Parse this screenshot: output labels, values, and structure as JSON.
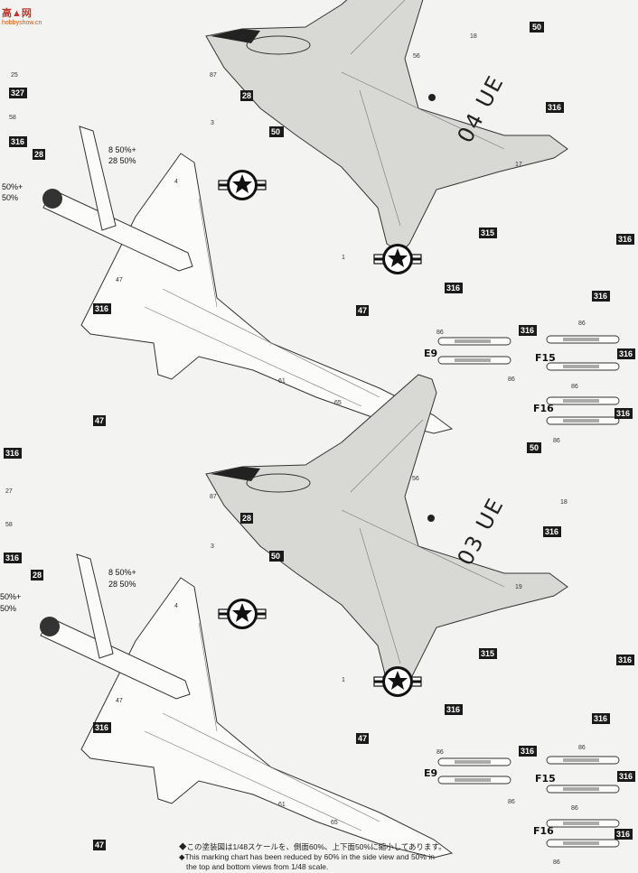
{
  "logo": {
    "text": "高▲网",
    "sub": "hobbyshow.cn"
  },
  "colors": {
    "accent": "#1a1a1a",
    "panel": "#dcdcd8",
    "line": "#444444"
  },
  "panel_top": {
    "badges": {
      "b50": "50",
      "b316a": "316",
      "b316b": "316",
      "b316c": "316",
      "b315": "315",
      "b316d": "316",
      "b47": "47",
      "b28": "28",
      "b316left": "316",
      "b47left": "47"
    },
    "callouts": {
      "n18": "18",
      "n56": "56",
      "n87": "87",
      "n17": "17",
      "n1": "1",
      "n3": "3",
      "n4": "4",
      "n47": "47",
      "n61": "61",
      "n65": "65",
      "n28": "28"
    },
    "tail_code": "04 UE",
    "pct_line1": "8 50%+",
    "pct_line2": "28 50%",
    "pct_side": "50%+",
    "pct_side2": "50%",
    "e9": "E9",
    "f15": "F15",
    "f16": "F16",
    "n86a": "86",
    "n86b": "86",
    "n86c": "86",
    "n86d": "86",
    "n86e": "86"
  },
  "panel_bottom": {
    "badges": {
      "b50": "50",
      "b316a": "316",
      "b316b": "316",
      "b315": "315",
      "b316c": "316",
      "b316d": "316",
      "b47": "47",
      "b28": "28",
      "b316left": "316",
      "b47left": "47"
    },
    "callouts": {
      "n18": "18",
      "n56": "56",
      "n87": "87",
      "n19": "19",
      "n1": "1",
      "n3": "3",
      "n4": "4",
      "n47": "47",
      "n61": "61",
      "n65": "65"
    },
    "tail_code": "03 UE",
    "pct_line1": "8 50%+",
    "pct_line2": "28 50%",
    "pct_side": "50%+",
    "pct_side2": "50%",
    "e9": "E9",
    "f15": "F15",
    "f16": "F16"
  },
  "left_strip": [
    "25",
    "327",
    "58",
    "316",
    "316",
    "27",
    "58",
    "316"
  ],
  "footnote": {
    "line1": "◆この塗装図は1/48スケールを、側面60%、上下面50%に縮小してあります。",
    "line2": "◆This marking chart has been reduced by 60% in the side view and 50% in",
    "line3": "the top and bottom views from 1/48 scale."
  }
}
